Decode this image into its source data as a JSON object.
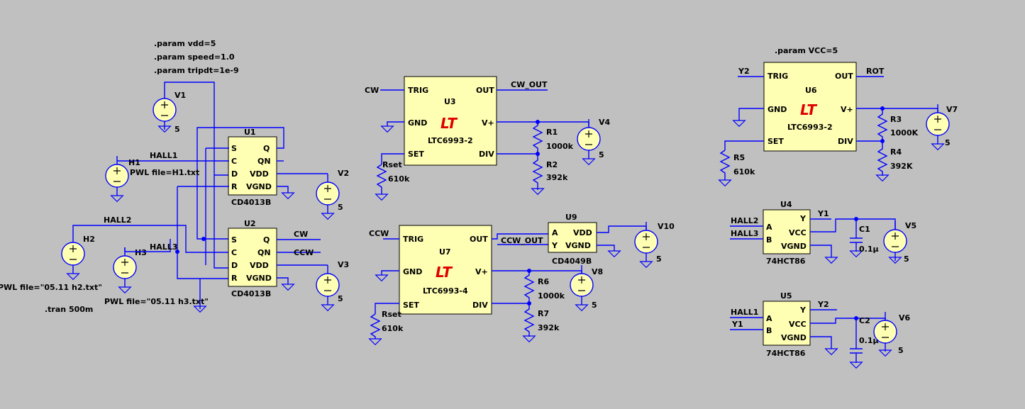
{
  "directives": {
    "params": [
      ".param vdd=5",
      ".param speed=1.0",
      ".param tripdt=1e-9"
    ],
    "param_vcc": ".param VCC=5",
    "tran": ".tran 500m"
  },
  "components": {
    "U1": {
      "ref": "U1",
      "model": "CD4013B",
      "pins": [
        "S",
        "C",
        "D",
        "R",
        "Q",
        "QN",
        "VDD",
        "VGND"
      ]
    },
    "U2": {
      "ref": "U2",
      "model": "CD4013B",
      "pins": [
        "S",
        "C",
        "D",
        "R",
        "Q",
        "QN",
        "VDD",
        "VGND"
      ]
    },
    "U3": {
      "ref": "U3",
      "model": "LTC6993-2",
      "pins": [
        "TRIG",
        "GND",
        "SET",
        "OUT",
        "V+",
        "DIV"
      ]
    },
    "U7": {
      "ref": "U7",
      "model": "LTC6993-4",
      "pins": [
        "TRIG",
        "GND",
        "SET",
        "OUT",
        "V+",
        "DIV"
      ]
    },
    "U6": {
      "ref": "U6",
      "model": "LTC6993-2",
      "pins": [
        "TRIG",
        "GND",
        "SET",
        "OUT",
        "V+",
        "DIV"
      ]
    },
    "U9": {
      "ref": "U9",
      "model": "CD4049B",
      "pins": [
        "A",
        "Y",
        "VDD",
        "VGND"
      ]
    },
    "U4": {
      "ref": "U4",
      "model": "74HCT86",
      "pins": [
        "A",
        "B",
        "Y",
        "VCC",
        "VGND"
      ]
    },
    "U5": {
      "ref": "U5",
      "model": "74HCT86",
      "pins": [
        "A",
        "B",
        "Y",
        "VCC",
        "VGND"
      ]
    },
    "lt_logo": "LT"
  },
  "sources": {
    "V1": {
      "ref": "V1",
      "value": "5"
    },
    "V2": {
      "ref": "V2",
      "value": "5"
    },
    "V3": {
      "ref": "V3",
      "value": "5"
    },
    "V4": {
      "ref": "V4",
      "value": "5"
    },
    "V5": {
      "ref": "V5",
      "value": "5"
    },
    "V6": {
      "ref": "V6",
      "value": "5"
    },
    "V7": {
      "ref": "V7",
      "value": "5"
    },
    "V8": {
      "ref": "V8",
      "value": "5"
    },
    "V10": {
      "ref": "V10",
      "value": "5"
    },
    "H1": {
      "ref": "H1",
      "value": "PWL file=H1.txt"
    },
    "H2": {
      "ref": "H2",
      "value": "PWL file=\"05.11 h2.txt\""
    },
    "H3": {
      "ref": "H3",
      "value": "PWL file=\"05.11 h3.txt\""
    }
  },
  "passives": {
    "R1": {
      "ref": "R1",
      "value": "1000k"
    },
    "R2": {
      "ref": "R2",
      "value": "392k"
    },
    "R3": {
      "ref": "R3",
      "value": "1000K"
    },
    "R4": {
      "ref": "R4",
      "value": "392K"
    },
    "R5": {
      "ref": "R5",
      "value": "610k"
    },
    "R6": {
      "ref": "R6",
      "value": "1000k"
    },
    "R7": {
      "ref": "R7",
      "value": "392k"
    },
    "Rset1": {
      "ref": "Rset",
      "value": "610k"
    },
    "Rset2": {
      "ref": "Rset",
      "value": "610k"
    },
    "C1": {
      "ref": "C1",
      "value": "0.1µ"
    },
    "C2": {
      "ref": "C2",
      "value": "0.1µ"
    }
  },
  "nets": {
    "hall1": "HALL1",
    "hall2": "HALL2",
    "hall3": "HALL3",
    "cw": "CW",
    "ccw": "CCW",
    "cw_out": "CW_OUT",
    "ccw_out": "CCW_OUT",
    "rot": "ROT",
    "y1": "Y1",
    "y2": "Y2"
  }
}
